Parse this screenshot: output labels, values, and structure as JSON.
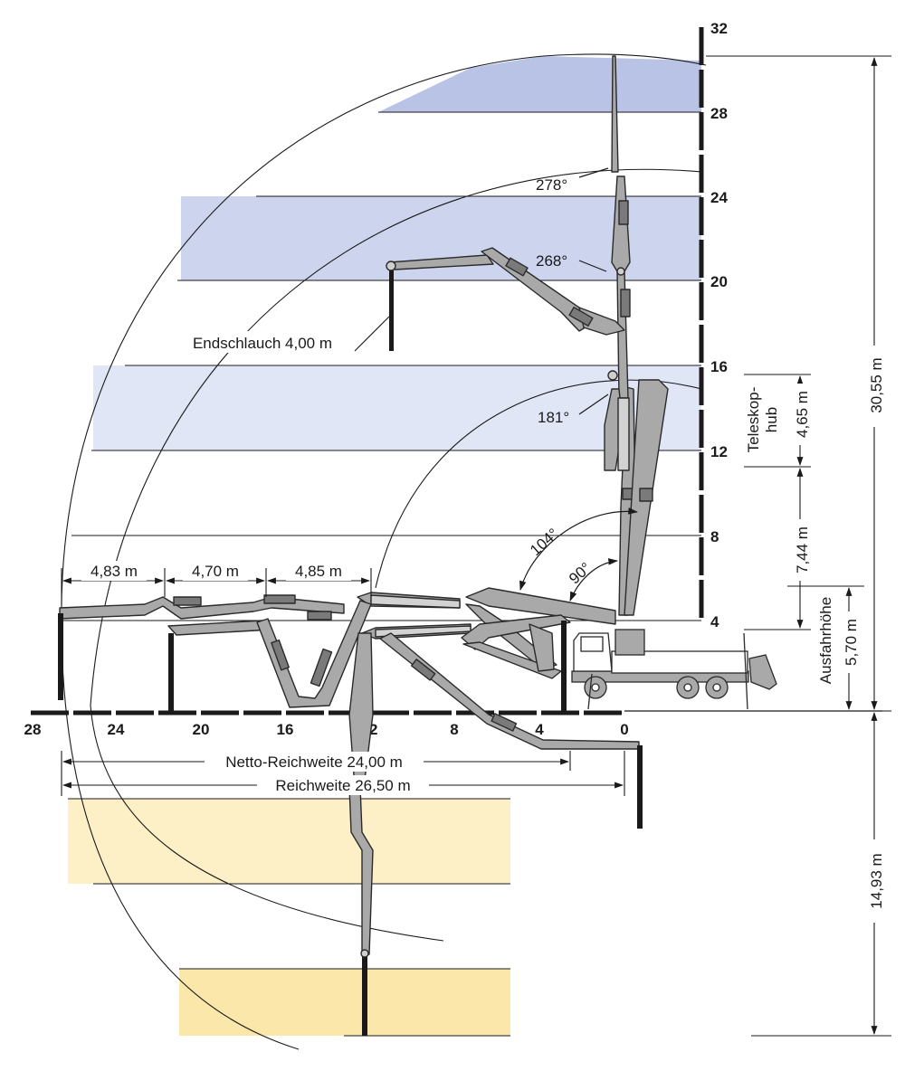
{
  "colors": {
    "band_blue_dark": "#b9c3e6",
    "band_blue_mid": "#ccd4ee",
    "band_blue_light": "#e1e6f6",
    "band_yellow_light": "#fdf0c6",
    "band_yellow": "#fce7aa",
    "boom_grey": "#a9a9a9",
    "boom_light": "#d2d2d2",
    "line": "#1a1a1a"
  },
  "axes": {
    "x_ticks": [
      "28",
      "24",
      "20",
      "16",
      "12",
      "8",
      "4",
      "0"
    ],
    "y_ticks": [
      "32",
      "28",
      "24",
      "20",
      "16",
      "12",
      "8",
      "4"
    ]
  },
  "dimensions": {
    "section_1": "4,83 m",
    "section_2": "4,70 m",
    "section_3": "4,85 m",
    "net_reach": "Netto-Reichweite 24,00 m",
    "reach": "Reichweite 26,50 m",
    "end_hose": "Endschlauch 4,00 m",
    "total_height": "30,55 m",
    "depth": "14,93 m",
    "telescope_value": "4,65 m",
    "telescope_line1": "Teleskop-",
    "telescope_line2": "hub",
    "boom_section": "7,44 m",
    "unfold_label": "Ausfahrhöhe",
    "unfold_value": "5,70 m"
  },
  "angles": {
    "a278": "278°",
    "a268": "268°",
    "a181": "181°",
    "a104": "104°",
    "a90": "90°"
  }
}
